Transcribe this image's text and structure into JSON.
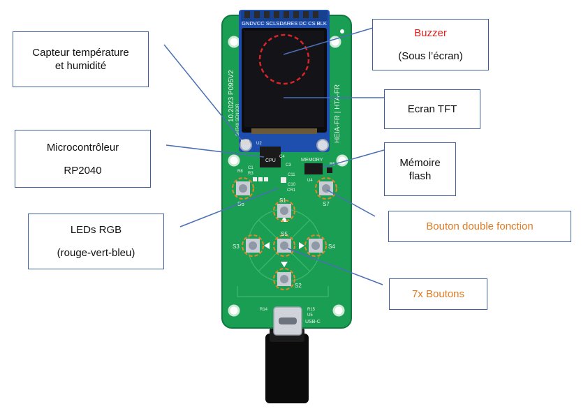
{
  "colors": {
    "pcb": "#1a9e54",
    "pcb_dark": "#0f7a3e",
    "silk": "#e8f5ec",
    "callout_line": "#4a6fb5",
    "box_border": "#3d5f9e",
    "red_text": "#e0201b",
    "orange_text": "#e07a24",
    "orange_ring": "#e8862a",
    "buzzer_ring": "#d9252a",
    "screen": "#0c0c0e",
    "header": "#1e4fae"
  },
  "labels": {
    "sensor": {
      "line1": "Capteur température",
      "line2": "et humidité"
    },
    "buzzer": {
      "line1": "Buzzer",
      "line2": "(Sous l’écran)"
    },
    "tft": {
      "line1": "Ecran TFT"
    },
    "mcu": {
      "line1": "Microcontrôleur",
      "line2": "RP2040"
    },
    "flash": {
      "line1": "Mémoire",
      "line2": "flash"
    },
    "leds": {
      "line1": "LEDs RGB",
      "line2": "(rouge-vert-bleu)"
    },
    "dual_button": {
      "line1": "Bouton double fonction"
    },
    "buttons": {
      "line1": "7x Boutons"
    }
  },
  "board": {
    "header_pins": "GNDVCC SCLSDARES DC CS BLK",
    "version": "10.2023 P095V2",
    "brand": "HEIA-FR | HTA-FR",
    "sensor_name": "SHT4X SENSOR",
    "ic_cpu": "CPU",
    "ic_memory": "MEMORY",
    "ref_u2": "U2",
    "ref_u4": "U4",
    "ref_c4": "C4",
    "ref_c3": "C3",
    "ref_c1": "C1",
    "ref_r8": "R8",
    "ref_r5": "R5",
    "ref_r3": "R3",
    "ref_cr1": "CR1",
    "ref_c10": "C10",
    "ref_c11": "C11",
    "ref_r15": "R15",
    "ref_u5": "U5",
    "ref_r14": "R14",
    "usb": "USB-C",
    "s1": "S1",
    "s2": "S2",
    "s3": "S3",
    "s4": "S4",
    "s5": "S5",
    "s6": "S6",
    "s7": "S7"
  }
}
